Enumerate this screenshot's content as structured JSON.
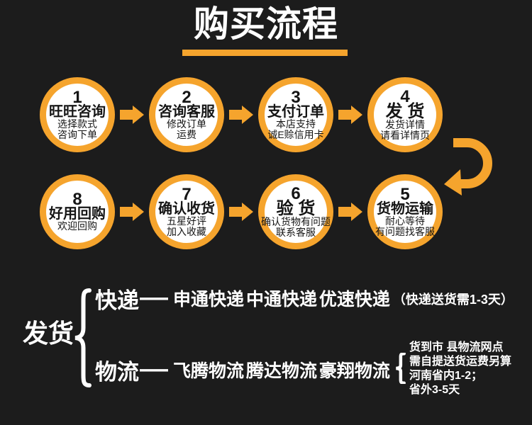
{
  "page": {
    "background_color": "#1c1c1c",
    "accent_color": "#f5a42d",
    "circle_fill_color": "#ffffff",
    "text_color_on_dark": "#ffffff",
    "text_color_on_light": "#151515"
  },
  "header": {
    "title": "购买流程"
  },
  "steps": [
    {
      "number": "1",
      "title": "旺旺咨询",
      "lines": [
        "选择款式",
        "咨询下单"
      ]
    },
    {
      "number": "2",
      "title": "咨询客服",
      "lines": [
        "修改订单",
        "运费"
      ]
    },
    {
      "number": "3",
      "title": "支付订单",
      "lines": [
        "本店支持",
        "诚E赊信用卡"
      ]
    },
    {
      "number": "4",
      "title": "发 货",
      "lines": [
        "发货详情",
        "请看详情页"
      ]
    },
    {
      "number": "5",
      "title": "货物运输",
      "lines": [
        "耐心等待",
        "有问题找客服"
      ]
    },
    {
      "number": "6",
      "title": "验 货",
      "lines": [
        "确认货物有问题",
        "联系客服"
      ]
    },
    {
      "number": "7",
      "title": "确认收货",
      "lines": [
        "五星好评",
        "加入收藏"
      ]
    },
    {
      "number": "8",
      "title": "好用回购",
      "lines": [
        "欢迎回购"
      ]
    }
  ],
  "shipping": {
    "label": "发货",
    "express": {
      "name": "快递",
      "dash": "——",
      "carriers": "申通快递 中通快递 优速快递",
      "note": "（快递送货需1-3天）"
    },
    "logistics": {
      "name": "物流",
      "dash": "——",
      "carriers": "飞腾物流 腾达物流 豪翔物流",
      "notes": [
        "货到市 县物流网点",
        "需自提送货运费另算",
        "河南省内1-2；",
        "省外3-5天"
      ]
    }
  }
}
